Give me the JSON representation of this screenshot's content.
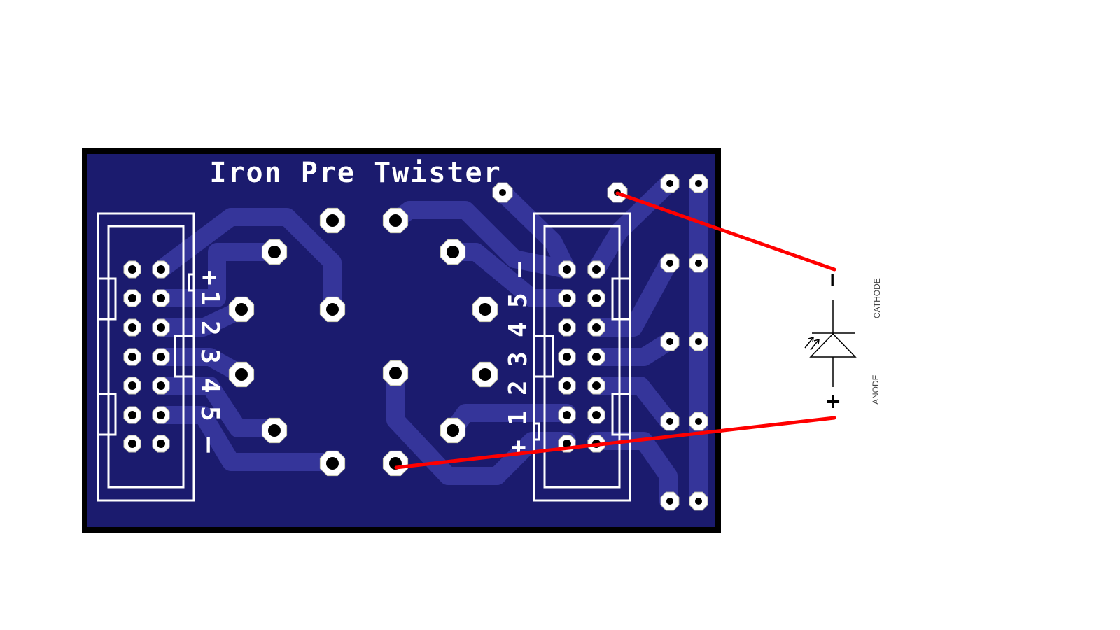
{
  "board": {
    "title": "Iron Pre Twister",
    "colors": {
      "background": "#1b1b6e",
      "border": "#000000",
      "trace": "#35359a",
      "silkscreen": "#ffffff",
      "pad": "#ffffff",
      "drill": "#000000",
      "wire": "#ff0000"
    },
    "left_connector_labels": [
      "+",
      "1",
      "2",
      "3",
      "4",
      "5",
      "–"
    ],
    "right_connector_labels": [
      "+",
      "1",
      "2",
      "3",
      "4",
      "5",
      "–"
    ]
  },
  "led_schematic": {
    "cathode_label": "CATHODE",
    "anode_label": "ANODE",
    "cathode_symbol": "–",
    "anode_symbol": "+"
  }
}
